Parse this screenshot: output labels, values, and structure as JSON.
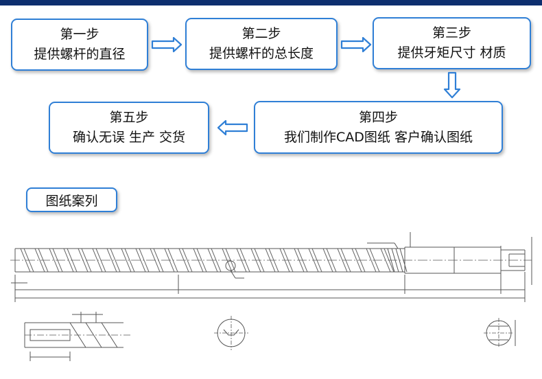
{
  "steps": [
    {
      "title": "第一步",
      "desc": "提供螺杆的直径"
    },
    {
      "title": "第二步",
      "desc": "提供螺杆的总长度"
    },
    {
      "title": "第三步",
      "desc": "提供牙矩尺寸 材质"
    },
    {
      "title": "第四步",
      "desc": "我们制作CAD图纸 客户确认图纸"
    },
    {
      "title": "第五步",
      "desc": "确认无误 生产 交货"
    }
  ],
  "case_label": "图纸案列",
  "colors": {
    "box_border": "#2f7fd6",
    "arrow": "#2f7fd6",
    "top_bar": "#0d2e6e",
    "drawing_line": "#555555"
  },
  "icons": {
    "arrow_right": "double-line-right-arrow",
    "arrow_down": "double-line-down-arrow",
    "arrow_left": "double-line-left-arrow"
  }
}
